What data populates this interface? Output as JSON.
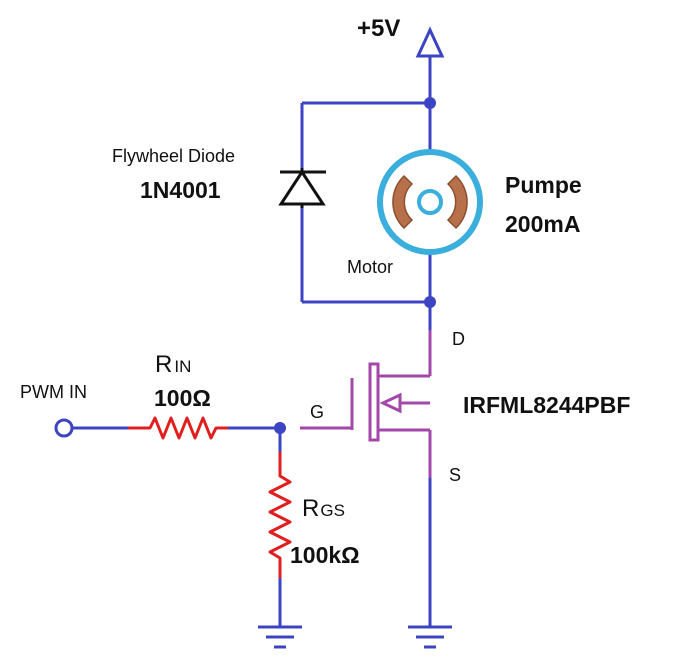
{
  "supply": {
    "label": "+5V"
  },
  "diode": {
    "name_label": "Flywheel Diode",
    "part_label": "1N4001"
  },
  "motor": {
    "label": "Motor",
    "name_label": "Pumpe",
    "current_label": "200mA"
  },
  "mosfet": {
    "part_label": "IRFML8244PBF",
    "drain_label": "D",
    "gate_label": "G",
    "source_label": "S"
  },
  "input": {
    "label": "PWM IN"
  },
  "r_in": {
    "label_main": "R",
    "label_sub": "IN",
    "value": "100Ω"
  },
  "r_gs": {
    "label_main": "R",
    "label_sub": "GS",
    "value": "100kΩ"
  },
  "colors": {
    "wire": "#3c44c4",
    "fet": "#a347a8",
    "resistor": "#e02020",
    "motor_ring": "#3aaedc",
    "motor_brush": "#b8704a",
    "ink": "#111111"
  }
}
